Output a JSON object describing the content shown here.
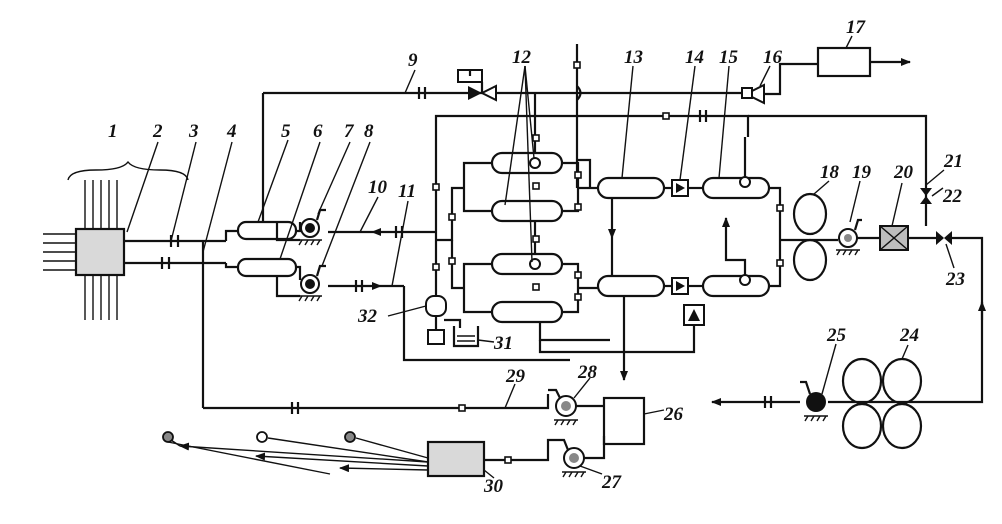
{
  "labels": {
    "n1": "1",
    "n2": "2",
    "n3": "3",
    "n4": "4",
    "n5": "5",
    "n6": "6",
    "n7": "7",
    "n8": "8",
    "n9": "9",
    "n10": "10",
    "n11": "11",
    "n12": "12",
    "n13": "13",
    "n14": "14",
    "n15": "15",
    "n16": "16",
    "n17": "17",
    "n18": "18",
    "n19": "19",
    "n20": "20",
    "n21": "21",
    "n22": "22",
    "n23": "23",
    "n24": "24",
    "n25": "25",
    "n26": "26",
    "n27": "27",
    "n28": "28",
    "n29": "29",
    "n30": "30",
    "n31": "31",
    "n32": "32"
  },
  "colors": {
    "line": "#111111",
    "fill": "#ffffff",
    "hatch": "#bdbdbd"
  }
}
